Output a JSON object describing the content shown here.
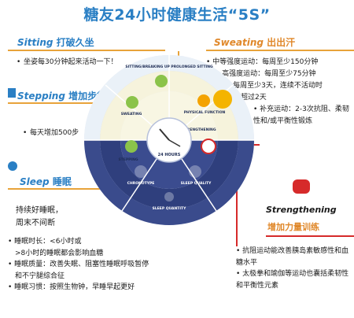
{
  "title": "糖友24小时健康生活“5S”",
  "sections": {
    "sitting": {
      "en": "Sitting",
      "zh": "打破久坐",
      "items": [
        "坐姿每30分钟起来活动一下！"
      ]
    },
    "stepping": {
      "en": "Stepping",
      "zh": "增加步行",
      "items": [
        "每天增加500步"
      ]
    },
    "sleep": {
      "en": "Sleep",
      "zh": "睡眠",
      "intro": [
        "持续好睡眠，",
        "周末不间断"
      ],
      "items": [
        "睡眠时长：<6小时或",
        ">8小时的睡眠都会影响血糖",
        "睡眠质量：改善失眠、阻塞性睡眠呼吸暂停",
        "和不宁腿综合征",
        "睡眠习惯：按照生物钟，早睡早起更好"
      ]
    },
    "sweating": {
      "en": "Sweating",
      "zh": "出出汗",
      "items": [
        "中等强度运动：每周至少150分钟",
        "高强度运动：每周至少75分钟",
        "每周至少3天，连续不活动时间不超过2天",
        "补充运动：2-3次抗阻、柔韧性和/或平衡性锻炼"
      ]
    },
    "strengthening": {
      "en": "Strengthening",
      "zh": "增加力量训练",
      "items": [
        "抗阻运动能改善胰岛素敏感性和血糖水平",
        "太极拳和瑜伽等运动也囊括柔韧性和平衡性元素"
      ]
    }
  },
  "wheel": {
    "center": "24 HOURS",
    "segments": {
      "sitting": "SITTING/BREAKING UP PROLONGED SITTING",
      "sweating": "SWEATING",
      "physical": "PHYSICAL FUNCTION",
      "stepping": "STEPPING",
      "strengthening": "STRENGTHENING",
      "chronotype": "CHRONOTYPE",
      "sleep_quality": "SLEEP QUALITY",
      "sleep_quantity": "SLEEP QUANTITY"
    }
  },
  "colors": {
    "title": "#2a7fc4",
    "accent_orange": "#e0882a",
    "accent_red": "#d62a2a",
    "night_blue": "#2f3f7d",
    "day_light": "#f7f4d8"
  }
}
